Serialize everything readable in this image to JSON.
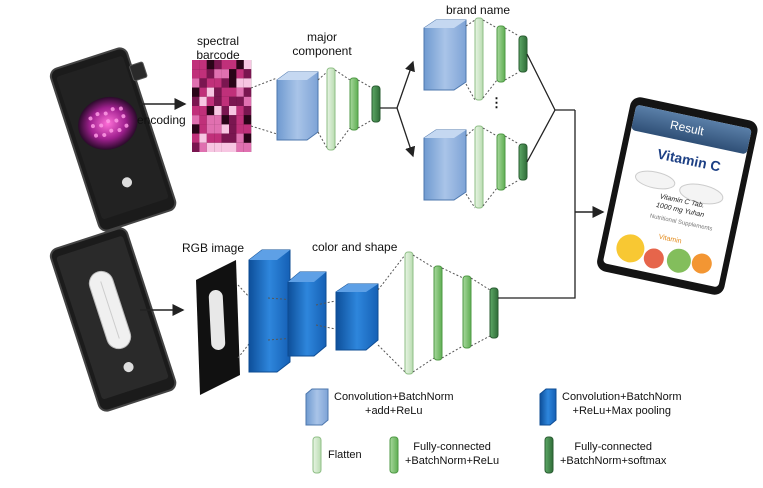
{
  "labels": {
    "spectral_barcode": "spectral\nbarcode",
    "major_component": "major\ncomponent",
    "brand_name": "brand name",
    "encoding": "encoding",
    "rgb_image": "RGB image",
    "color_and_shape": "color and shape",
    "ellipsis": "⋮"
  },
  "result_phone": {
    "header": "Result",
    "product_title": "Vitamin C",
    "product_line1": "Vitamin C Tab.",
    "product_line2": "1000 mg Yuhan",
    "category": "Nutritional Supplements",
    "badge": "Vitamin"
  },
  "legend": {
    "conv_add_relu": "Convolution+BatchNorm\n+add+ReLu",
    "conv_relu_pool": "Convolution+BatchNorm\n+ReLu+Max pooling",
    "flatten": "Flatten",
    "fc_relu": "Fully-connected\n+BatchNorm+ReLu",
    "fc_softmax": "Fully-connected\n+BatchNorm+softmax"
  },
  "colors": {
    "light_blue_block": "#8fb2de",
    "dark_blue_block": "#1f73c8",
    "flatten_green": "#cfe7c9",
    "fc_relu_green": "#7cc16f",
    "fc_softmax_green": "#3f8a4a",
    "barcode_magenta": "#c0307a"
  }
}
